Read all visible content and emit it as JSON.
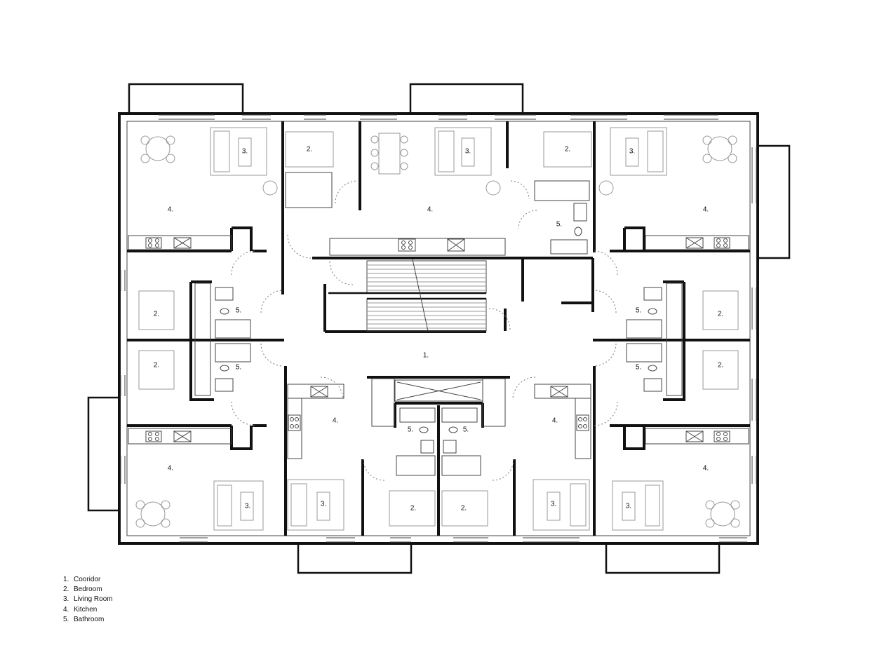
{
  "room_labels": {
    "corridor": "1.",
    "bedroom": "2.",
    "living": "3.",
    "kitchen": "4.",
    "bathroom": "5."
  },
  "legend": {
    "items": [
      {
        "num": "1.",
        "text": "Cooridor"
      },
      {
        "num": "2.",
        "text": "Bedroom"
      },
      {
        "num": "3.",
        "text": "Living Room"
      },
      {
        "num": "4.",
        "text": "Kitchen"
      },
      {
        "num": "5.",
        "text": "Bathroom"
      }
    ]
  },
  "colors": {
    "ink": "#111111",
    "furniture": "#999999",
    "background": "#ffffff"
  }
}
